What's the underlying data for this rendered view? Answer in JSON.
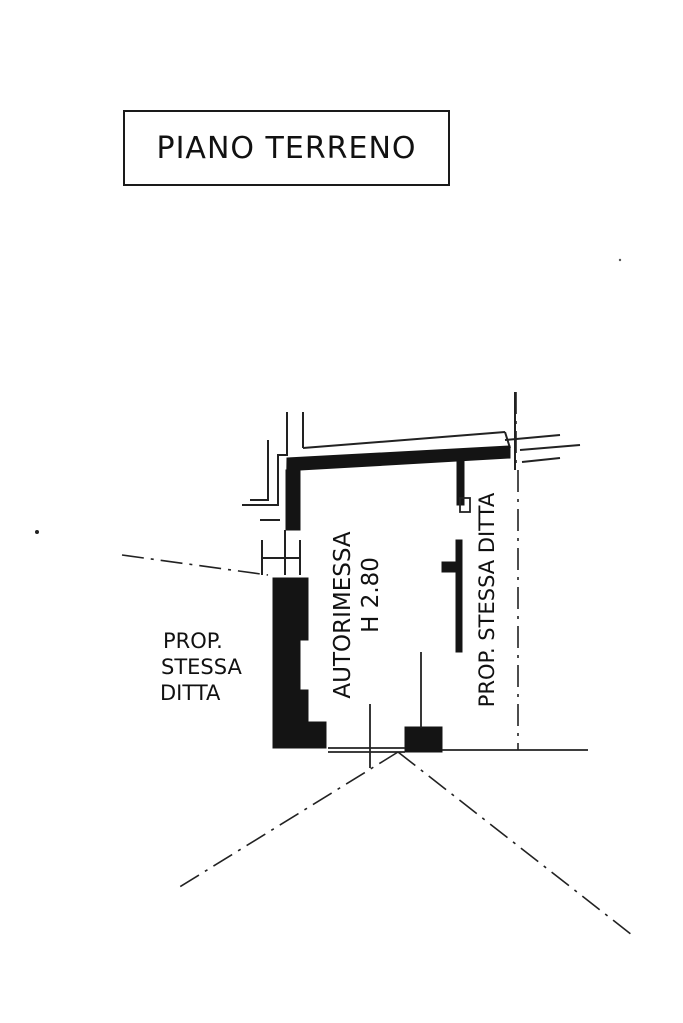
{
  "plan": {
    "title": "PIANO TERRENO",
    "rooms": [
      {
        "name": "AUTORIMESSA",
        "height": "H 2.80"
      }
    ],
    "neighbors": {
      "left": [
        "PROP.",
        "STESSA",
        "DITTA"
      ],
      "right": "PROP. STESSA DITTA"
    }
  }
}
